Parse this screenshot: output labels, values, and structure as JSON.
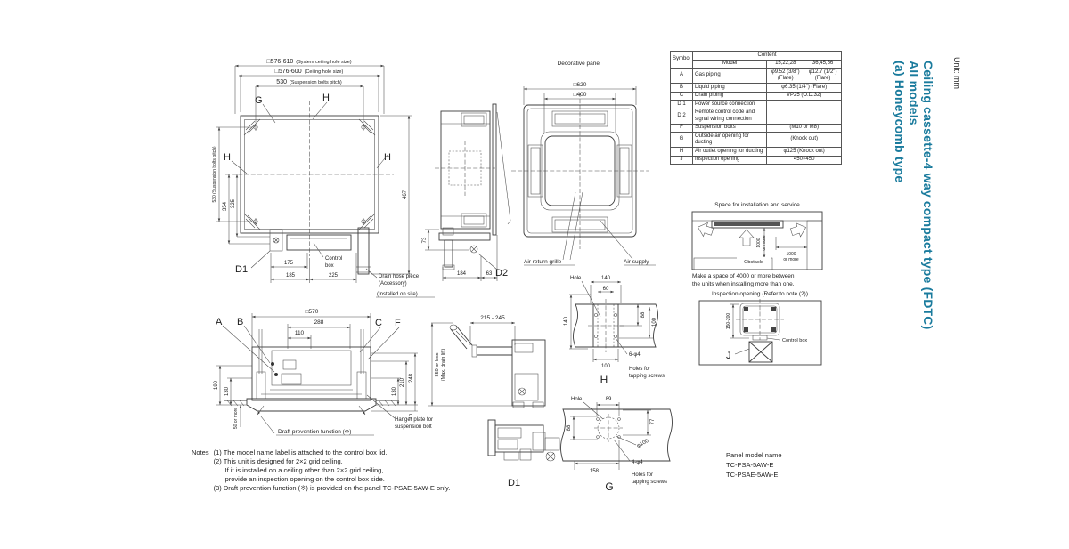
{
  "unit_note": "Unit: mm",
  "doc_title": {
    "line1": "Ceiling cassette-4 way compact type (FDTC)",
    "line2": "All models",
    "line3": "(a) Honeycomb type"
  },
  "colors": {
    "accent": "#1a7b9d",
    "line": "#3c3c3c"
  },
  "top_view": {
    "system_hole": "□576-610",
    "system_hole_note": "(System ceiling hole size)",
    "ceiling_hole": "□576-600",
    "ceiling_hole_note": "(Ceiling hole size)",
    "bolt_pitch": "530",
    "bolt_pitch_note": "(Suspension bolts pitch)",
    "bolt_pitch_side": "530 (Suspension bolts pitch)",
    "d354": "354",
    "d325": "325",
    "d467": "467",
    "d175": "175",
    "d185": "185",
    "d225": "225",
    "G": "G",
    "H": "H",
    "D1": "D1",
    "control_box_1": "Control",
    "control_box_2": "box",
    "drain_1": "Drain hose piece",
    "drain_2": "(Accessory)",
    "drain_3": "(Installed on site)"
  },
  "side_view": {
    "d73": "73",
    "d184": "184",
    "d63": "63",
    "D2": "D2"
  },
  "panel_view": {
    "title": "Decorative panel",
    "d620": "□620",
    "d400": "□400",
    "air_return": "Air return grille",
    "air_supply": "Air supply"
  },
  "spec_table": {
    "symbol_header": "Symbol",
    "content_header": "Content",
    "model_header": "Model",
    "col1": "15,22,28",
    "col2": "36,45,56",
    "rows": [
      {
        "sym": "A",
        "desc": "Gas piping",
        "v1": "φ9.52 (3/8\") (Flare)",
        "v2": "φ12.7 (1/2\") (Flare)"
      },
      {
        "sym": "B",
        "desc": "Liquid piping",
        "v": "φ6.35 (1/4\") (Flare)"
      },
      {
        "sym": "C",
        "desc": "Drain piping",
        "v": "VP25 (O.D.32)"
      },
      {
        "sym": "D 1",
        "desc": "Power source connection",
        "v": ""
      },
      {
        "sym": "D 2",
        "desc": "Remote control code and signal wiring connection",
        "v": ""
      },
      {
        "sym": "F",
        "desc": "Suspension bolts",
        "v": "(M10 or M8)"
      },
      {
        "sym": "G",
        "desc": "Outside air opening for ducting",
        "v": "(Knock out)"
      },
      {
        "sym": "H",
        "desc": "Air outlet opening for ducting",
        "v": "φ125 (Knock out)"
      },
      {
        "sym": "J",
        "desc": "Inspection opening",
        "v": "450×450"
      }
    ]
  },
  "install_space": {
    "title": "Space for installation and service",
    "clear_v_1": "1000",
    "clear_v_2": "or more",
    "clear_h_1": "1000",
    "clear_h_2": "or more",
    "obstacle": "Obstacle",
    "caption_1": "Make a space of 4000 or more between",
    "caption_2": "the units when installing more than one."
  },
  "inspection": {
    "title": "Inspection opening (Refer to note (2))",
    "d150_200": "150-200",
    "control_box": "Control box",
    "J": "J"
  },
  "front_view": {
    "d570": "□570",
    "d288": "288",
    "d110": "110",
    "A": "A",
    "B": "B",
    "C": "C",
    "F": "F",
    "d190": "190",
    "d130l": "130",
    "d50": "50 or more",
    "d248": "248",
    "d210": "210",
    "d130r": "130",
    "d10": "10",
    "draft": "Draft prevention function (※)",
    "hanger_1": "Hanger plate for",
    "hanger_2": "suspension bolt"
  },
  "drain_lift": {
    "range": "215 - 245",
    "lift_1": "850 or less",
    "lift_2": "(Max. drain lift)",
    "D1": "D1"
  },
  "hole_h": {
    "hole": "Hole",
    "d140t": "140",
    "d60": "60",
    "d88": "88",
    "d100r": "100",
    "d140l": "140",
    "d100b": "100",
    "screws_1": "6-φ4",
    "screws_2": "Holes for",
    "screws_3": "tapping screws",
    "H": "H"
  },
  "hole_g": {
    "hole": "Hole",
    "d89": "89",
    "d88": "88",
    "d77": "77",
    "dia100": "φ100",
    "d158": "158",
    "screws_1": "4-φ4",
    "screws_2": "Holes for",
    "screws_3": "tapping screws",
    "G": "G"
  },
  "notes": {
    "label": "Notes",
    "n1": "(1) The model name label is attached to the control box lid.",
    "n2": "(2) This unit is designed for 2×2 grid ceiling.",
    "n2b": "If it is installed on a ceiling other than 2×2 grid ceiling,",
    "n2c": "provide an inspection opening on the control box side.",
    "n3": "(3) Draft prevention function (※) is provided on the panel TC-PSAE-5AW-E only."
  },
  "panel_model": {
    "title": "Panel model name",
    "m1": "TC-PSA-5AW-E",
    "m2": "TC-PSAE-5AW-E"
  }
}
